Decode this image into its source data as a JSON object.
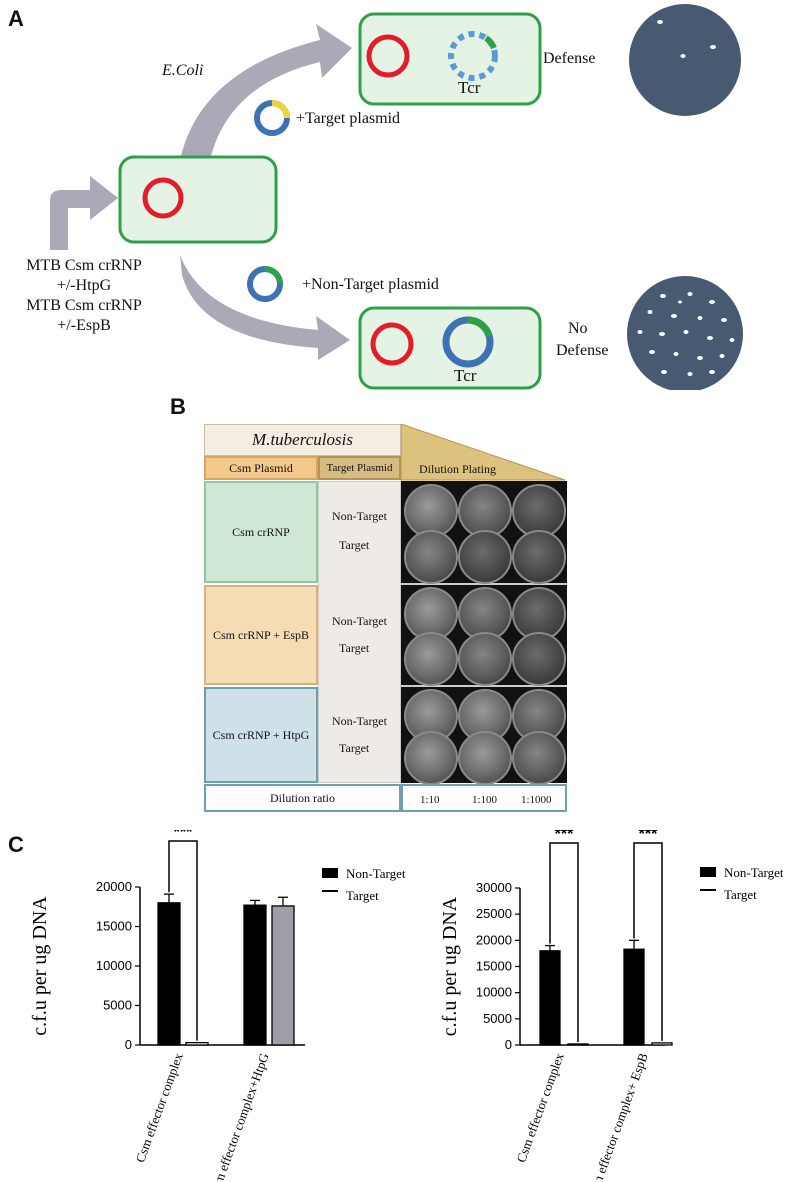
{
  "panel_a": {
    "letter": "A",
    "ecoli": "E.Coli",
    "target_plasmid": "+Target plasmid",
    "nontarget_plasmid": "+Non-Target plasmid",
    "tcr_top": "Tcr",
    "tcr_bottom": "Tcr",
    "defense": "Defense",
    "no_defense_1": "No",
    "no_defense_2": "Defense",
    "mtb_lines": [
      "MTB Csm crRNP",
      "+/-HtpG",
      "MTB Csm crRNP",
      "+/-EspB"
    ]
  },
  "panel_b": {
    "letter": "B",
    "organism": "M.tuberculosis",
    "csm_plasmid": "Csm Plasmid",
    "target_plasmid": "Target Plasmid",
    "dilution_plating": "Dilution Plating",
    "rows": [
      {
        "label": "Csm crRNP",
        "nontarget": "Non-Target",
        "target": "Target",
        "color": "#cfe8d6"
      },
      {
        "label": "Csm crRNP + EspB",
        "nontarget": "Non-Target",
        "target": "Target",
        "color": "#f6dcb5"
      },
      {
        "label": "Csm crRNP + HtpG",
        "nontarget": "Non-Target",
        "target": "Target",
        "color": "#cfe1e8"
      }
    ],
    "dilution_ratio": "Dilution ratio",
    "ratios": [
      "1:10",
      "1:100",
      "1:1000"
    ]
  },
  "panel_c": {
    "letter": "C",
    "significance": "***"
  },
  "chart_data": [
    {
      "type": "bar",
      "categories": [
        "Csm effector complex",
        "Csm effector complex+HtpG"
      ],
      "series": [
        {
          "name": "Non-Target",
          "values": [
            18000,
            17700
          ],
          "errors": [
            1100,
            600
          ],
          "color": "#000000"
        },
        {
          "name": "Target",
          "values": [
            300,
            17600
          ],
          "errors": [
            0,
            1100
          ],
          "color": "#ffffff"
        }
      ],
      "ylabel": "c.f.u per ug DNA",
      "ylim": [
        0,
        20000
      ],
      "yticks": [
        0,
        5000,
        10000,
        15000,
        20000
      ],
      "significance": "***",
      "legend": "top-right"
    },
    {
      "type": "bar",
      "categories": [
        "Csm effector complex",
        "Csm effector complex+ EspB"
      ],
      "series": [
        {
          "name": "Non-Target",
          "values": [
            18000,
            18300
          ],
          "errors": [
            1000,
            1700
          ],
          "color": "#000000"
        },
        {
          "name": "Target",
          "values": [
            200,
            400
          ],
          "errors": [
            0,
            0
          ],
          "color": "#ffffff"
        }
      ],
      "ylabel": "c.f.u per ug DNA",
      "ylim": [
        0,
        30000
      ],
      "yticks": [
        0,
        5000,
        10000,
        15000,
        20000,
        25000,
        30000
      ],
      "significance": "***",
      "legend": "top-right"
    }
  ]
}
